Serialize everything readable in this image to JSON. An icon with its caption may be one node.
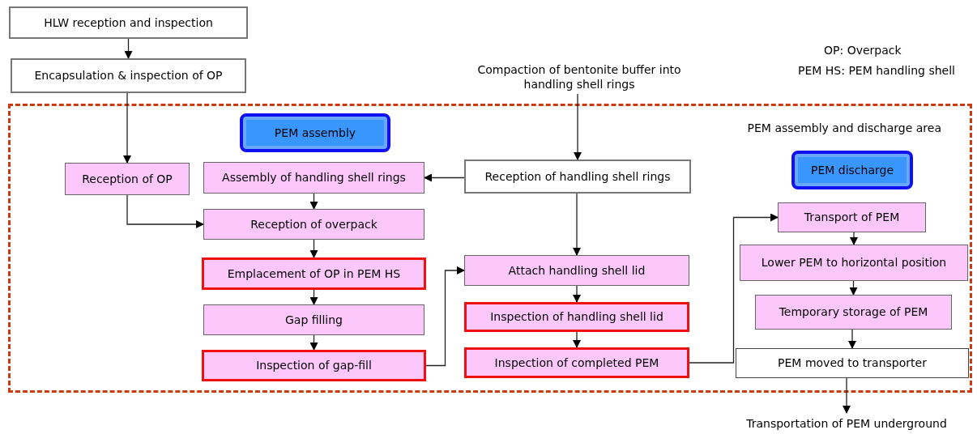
{
  "diagram": {
    "nodes": [
      {
        "text": [
          "HLW reception and inspection"
        ]
      },
      {
        "text": [
          "Encapsulation & inspection of OP"
        ]
      },
      {
        "text": [
          "Compaction of bentonite buffer into handling shell rings"
        ]
      },
      {
        "text": [
          "PEM assembly and discharge area"
        ]
      },
      {
        "text": [
          "PEM assembly"
        ],
        "in": 3
      },
      {
        "text": [
          "Reception of OP"
        ],
        "in": 3
      },
      {
        "text": [
          "Assembly of handling shell rings"
        ],
        "in": 3
      },
      {
        "text": [
          "Reception of handling shell rings"
        ],
        "in": 3
      },
      {
        "text": [
          "PEM discharge"
        ],
        "in": 3
      },
      {
        "text": [
          "Reception of overpack"
        ],
        "in": 3
      },
      {
        "text": [
          "Transport of PEM"
        ],
        "in": 3
      },
      {
        "text": [
          "Lower PEM to horizontal position"
        ],
        "in": 3
      },
      {
        "text": [
          "Emplacement of OP in PEM HS"
        ],
        "in": 3
      },
      {
        "text": [
          "Attach handling shell lid"
        ],
        "in": 3
      },
      {
        "text": [
          "Temporary storage of PEM"
        ],
        "in": 3
      },
      {
        "text": [
          "Gap filling"
        ],
        "in": 3
      },
      {
        "text": [
          "Inspection of handling shell lid"
        ],
        "in": 3
      },
      {
        "text": [
          "PEM moved to transporter"
        ],
        "in": 3
      },
      {
        "text": [
          "Inspection of gap-fill"
        ],
        "in": 3
      },
      {
        "text": [
          "Inspection of completed PEM"
        ],
        "in": 3
      },
      {
        "text": [
          "Transportation of PEM underground"
        ]
      }
    ],
    "edges": [
      {
        "from": 0,
        "to": 1,
        "arrow": "to"
      },
      {
        "from": 1,
        "to": 5,
        "arrow": "to"
      },
      {
        "from": 2,
        "to": 7,
        "arrow": "to"
      },
      {
        "from": 7,
        "to": 6,
        "arrow": "to"
      },
      {
        "from": 5,
        "to": 9,
        "arrow": "to"
      },
      {
        "from": 6,
        "to": 9,
        "arrow": "to"
      },
      {
        "from": 9,
        "to": 12,
        "arrow": "to"
      },
      {
        "from": 12,
        "to": 15,
        "arrow": "to"
      },
      {
        "from": 15,
        "to": 18,
        "arrow": "to"
      },
      {
        "from": 18,
        "to": 13,
        "arrow": "to"
      },
      {
        "from": 7,
        "to": 13,
        "arrow": "to"
      },
      {
        "from": 13,
        "to": 16,
        "arrow": "to"
      },
      {
        "from": 16,
        "to": 19,
        "arrow": "to"
      },
      {
        "from": 19,
        "to": 10,
        "arrow": "to"
      },
      {
        "from": 10,
        "to": 11,
        "arrow": "to"
      },
      {
        "from": 11,
        "to": 14,
        "arrow": "to"
      },
      {
        "from": 14,
        "to": 17,
        "arrow": "to"
      },
      {
        "from": 17,
        "to": 20,
        "arrow": "to"
      }
    ],
    "labels": [
      "OP: Overpack",
      "PEM HS: PEM handling shell"
    ]
  }
}
